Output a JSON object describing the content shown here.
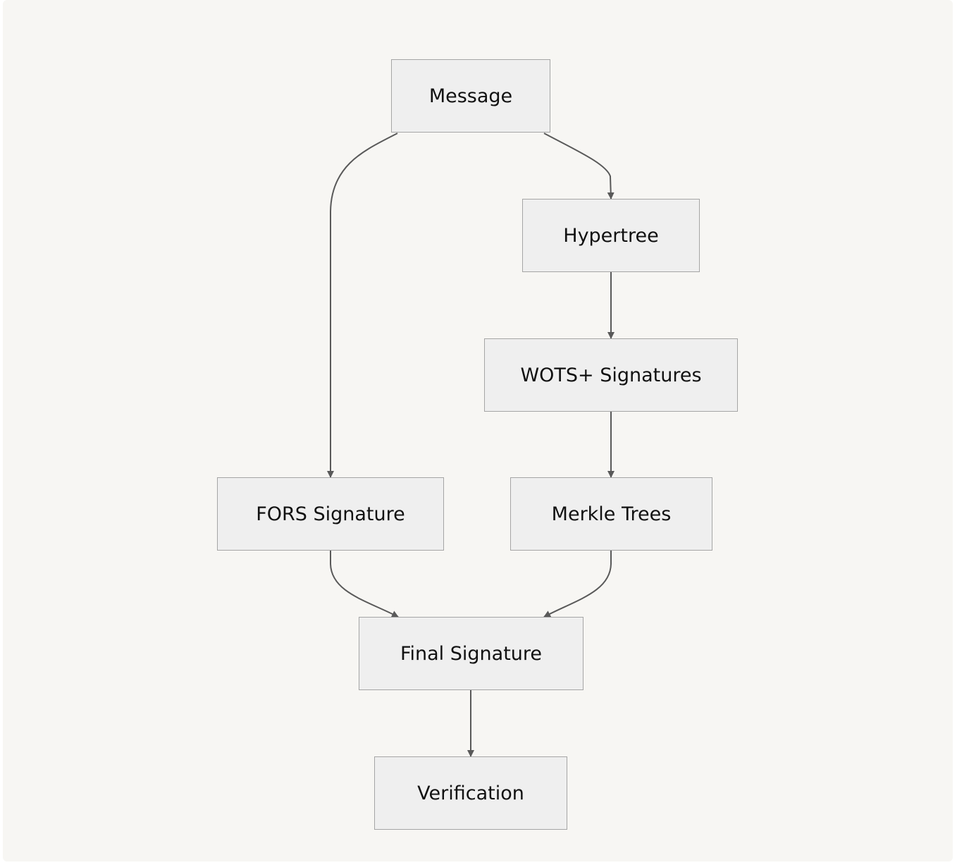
{
  "colors": {
    "background": "#f7f6f3",
    "node_fill": "#efefef",
    "node_border": "#a5a5a5",
    "edge": "#595959",
    "text": "#111111"
  },
  "nodes": {
    "message": "Message",
    "hypertree": "Hypertree",
    "wots": "WOTS+ Signatures",
    "fors": "FORS Signature",
    "merkle": "Merkle Trees",
    "final": "Final Signature",
    "verification": "Verification"
  },
  "edges": [
    {
      "from": "Message",
      "to": "FORS Signature"
    },
    {
      "from": "Message",
      "to": "Hypertree"
    },
    {
      "from": "Hypertree",
      "to": "WOTS+ Signatures"
    },
    {
      "from": "WOTS+ Signatures",
      "to": "Merkle Trees"
    },
    {
      "from": "FORS Signature",
      "to": "Final Signature"
    },
    {
      "from": "Merkle Trees",
      "to": "Final Signature"
    },
    {
      "from": "Final Signature",
      "to": "Verification"
    }
  ]
}
